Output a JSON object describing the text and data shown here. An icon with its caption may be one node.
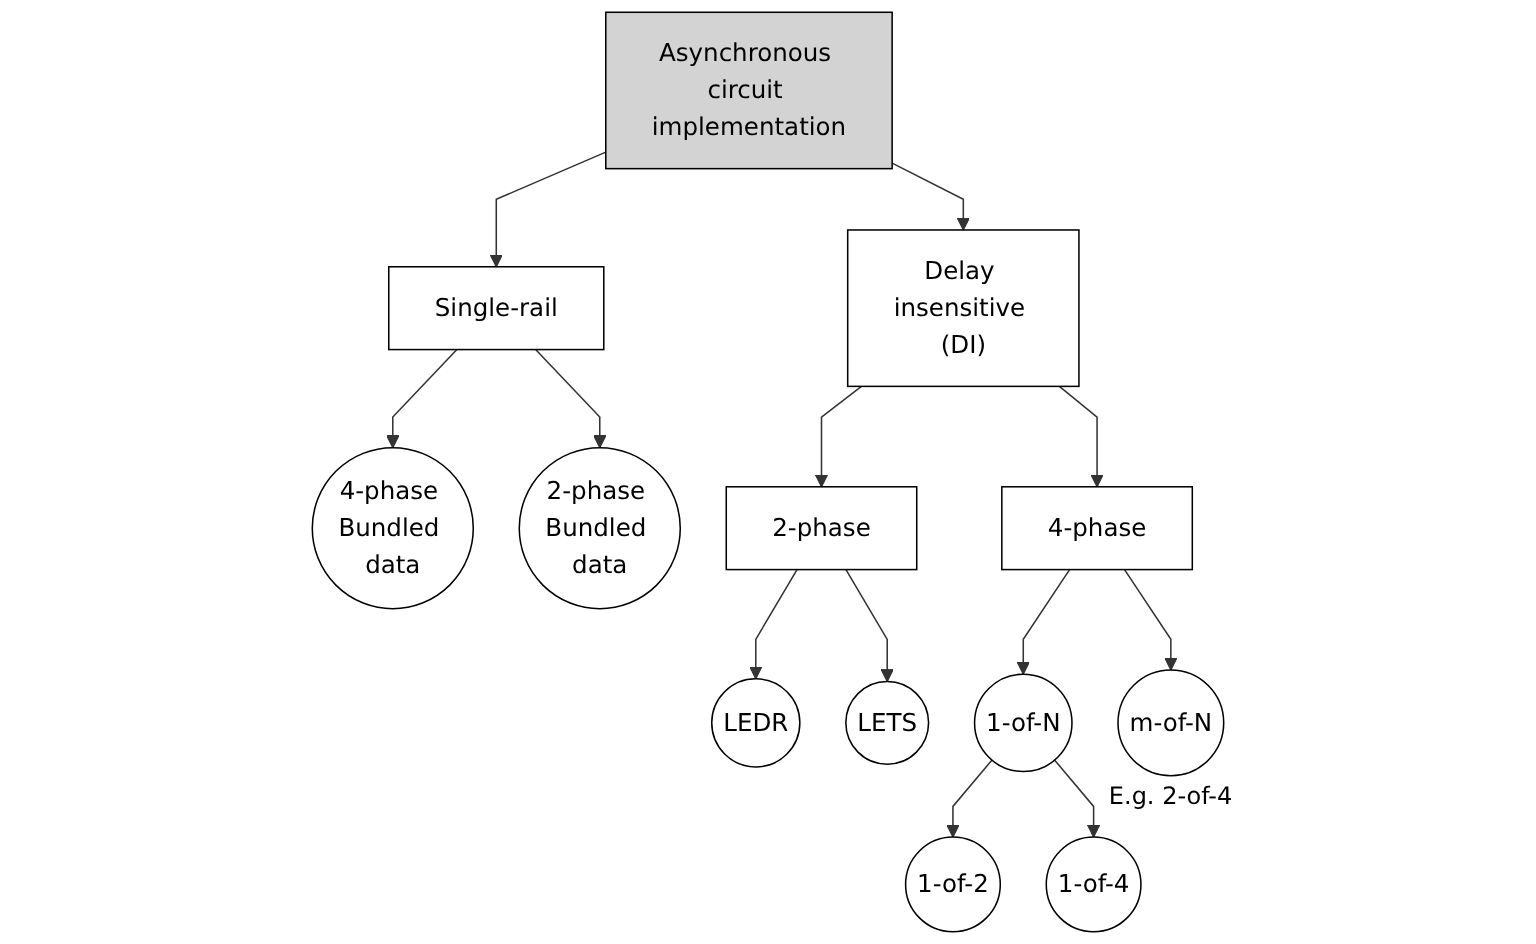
{
  "diagram": {
    "nodes": [
      {
        "text": [
          "Asynchronous circuit implementation"
        ]
      },
      {
        "text": [
          "Single-rail"
        ]
      },
      {
        "text": [
          "Delay insensitive (DI)"
        ]
      },
      {
        "text": [
          "4-phase Bundled data"
        ]
      },
      {
        "text": [
          "2-phase Bundled data"
        ]
      },
      {
        "text": [
          "2-phase"
        ]
      },
      {
        "text": [
          "4-phase"
        ]
      },
      {
        "text": [
          "LEDR"
        ]
      },
      {
        "text": [
          "LETS"
        ]
      },
      {
        "text": [
          "1-of-N"
        ]
      },
      {
        "text": [
          "m-of-N"
        ],
        "beside": [
          "E.g. 2-of-4"
        ]
      },
      {
        "text": [
          "1-of-2"
        ]
      },
      {
        "text": [
          "1-of-4"
        ]
      }
    ],
    "edges": [
      {
        "from": 0,
        "to": 1,
        "arrow": "to"
      },
      {
        "from": 0,
        "to": 2,
        "arrow": "to"
      },
      {
        "from": 1,
        "to": 3,
        "arrow": "to"
      },
      {
        "from": 1,
        "to": 4,
        "arrow": "to"
      },
      {
        "from": 2,
        "to": 5,
        "arrow": "to"
      },
      {
        "from": 2,
        "to": 6,
        "arrow": "to"
      },
      {
        "from": 5,
        "to": 7,
        "arrow": "to"
      },
      {
        "from": 5,
        "to": 8,
        "arrow": "to"
      },
      {
        "from": 6,
        "to": 9,
        "arrow": "to"
      },
      {
        "from": 6,
        "to": 10,
        "arrow": "to"
      },
      {
        "from": 9,
        "to": 11,
        "arrow": "to"
      },
      {
        "from": 9,
        "to": 12,
        "arrow": "to"
      }
    ]
  }
}
